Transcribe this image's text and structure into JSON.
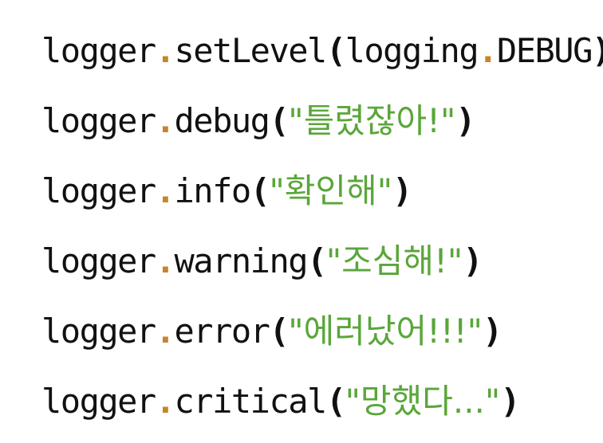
{
  "colors": {
    "text": "#111111",
    "dot": "#c8842c",
    "string": "#5aa63a",
    "background": "#ffffff"
  },
  "lines": [
    {
      "obj": "logger",
      "dot": ".",
      "method": "setLevel",
      "open": "(",
      "arg_obj": "logging",
      "arg_dot": ".",
      "arg_attr": "DEBUG",
      "close": ")"
    },
    {
      "obj": "logger",
      "dot": ".",
      "method": "debug",
      "open": "(",
      "string": "\"틀렸잖아!\"",
      "close": ")"
    },
    {
      "obj": "logger",
      "dot": ".",
      "method": "info",
      "open": "(",
      "string": "\"확인해\"",
      "close": ")"
    },
    {
      "obj": "logger",
      "dot": ".",
      "method": "warning",
      "open": "(",
      "string": "\"조심해!\"",
      "close": ")"
    },
    {
      "obj": "logger",
      "dot": ".",
      "method": "error",
      "open": "(",
      "string": "\"에러났어!!!\"",
      "close": ")"
    },
    {
      "obj": "logger",
      "dot": ".",
      "method": "critical",
      "open": "(",
      "string": "\"망했다...\"",
      "close": ")"
    }
  ]
}
